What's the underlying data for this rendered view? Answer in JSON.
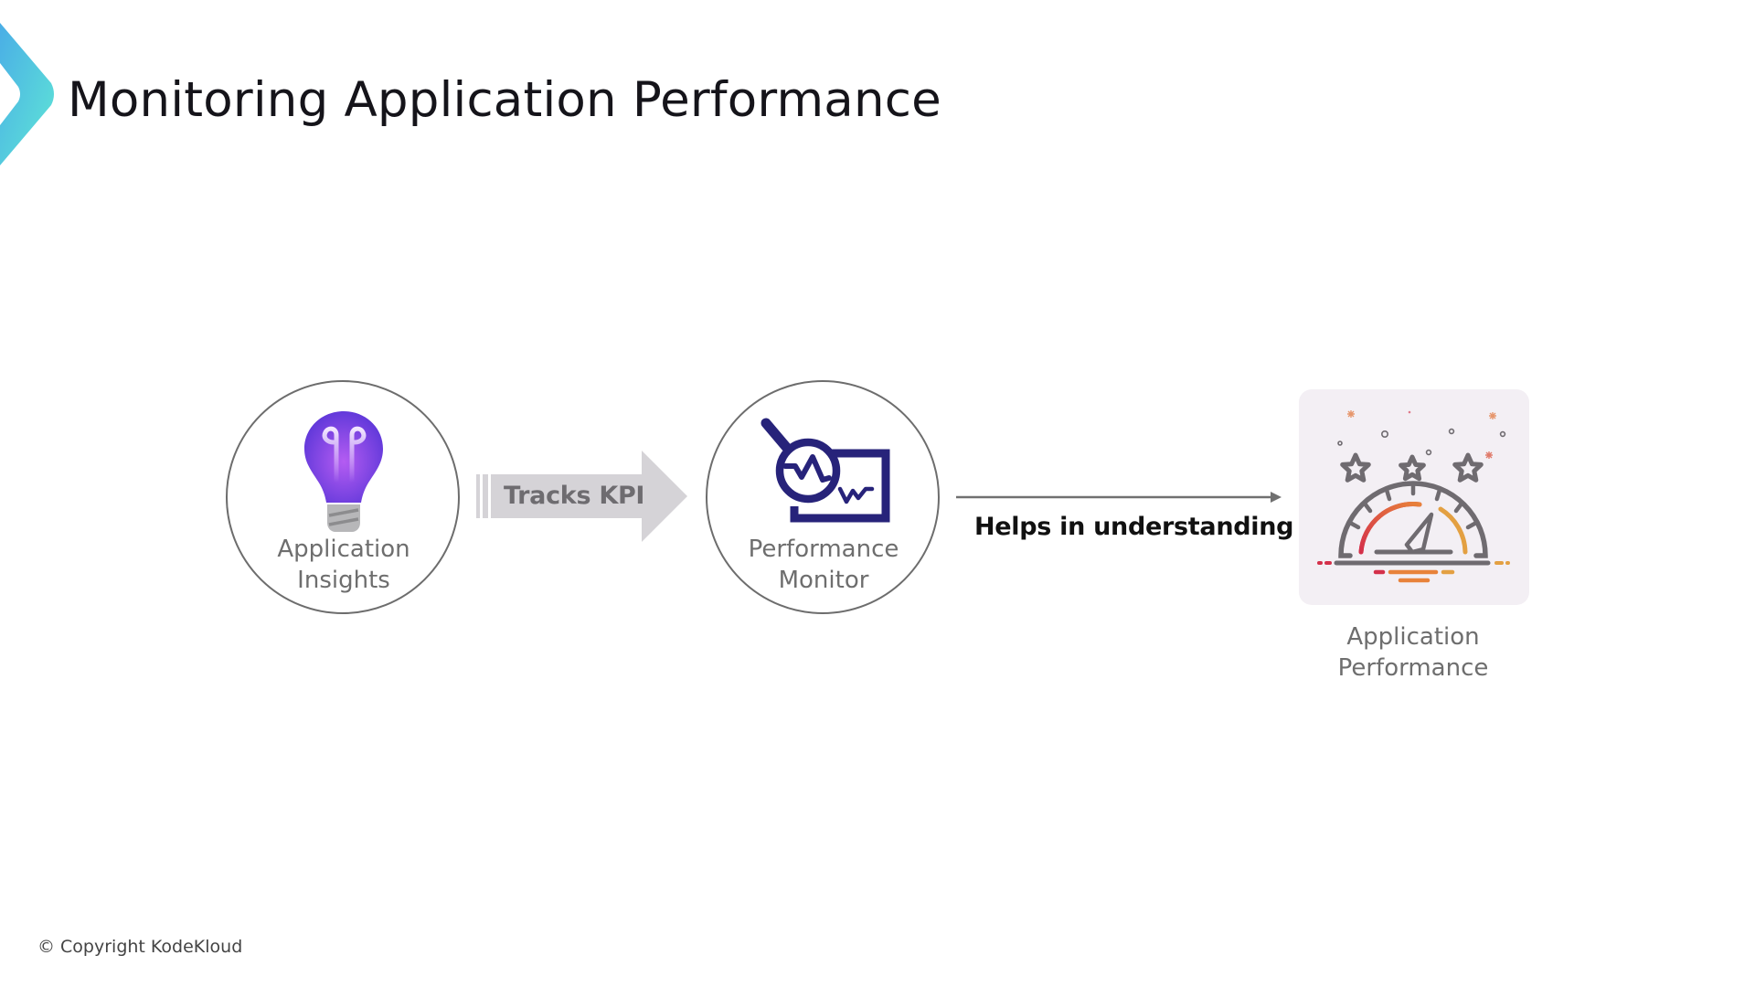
{
  "slide": {
    "title": "Monitoring Application Performance",
    "footer": "© Copyright KodeKloud",
    "accent_gradient": [
      "#4aaee6",
      "#5fe6d6"
    ]
  },
  "diagram": {
    "nodes": [
      {
        "id": "application-insights",
        "icon": "lightbulb-icon",
        "label_lines": [
          "Application",
          "Insights"
        ],
        "icon_colors": {
          "bulb_light": "#b45cf2",
          "bulb_dark": "#5b36d8",
          "base": "#b7b7b9"
        }
      },
      {
        "id": "performance-monitor",
        "icon": "magnifier-chart-icon",
        "label_lines": [
          "Performance",
          "Monitor"
        ],
        "icon_colors": {
          "stroke": "#27237a"
        }
      },
      {
        "id": "application-performance",
        "icon": "speedometer-icon",
        "label_lines": [
          "Application",
          "Performance"
        ],
        "icon_colors": {
          "gray": "#6f6b70",
          "red": "#d4304a",
          "orange": "#e8823a",
          "amber": "#e3a042",
          "card_bg": "#f3eff4"
        }
      }
    ],
    "edges": [
      {
        "from": "application-insights",
        "to": "performance-monitor",
        "label": "Tracks KPI",
        "style": "block-arrow"
      },
      {
        "from": "performance-monitor",
        "to": "application-performance",
        "label": "Helps in understanding",
        "style": "line-arrow"
      }
    ]
  }
}
